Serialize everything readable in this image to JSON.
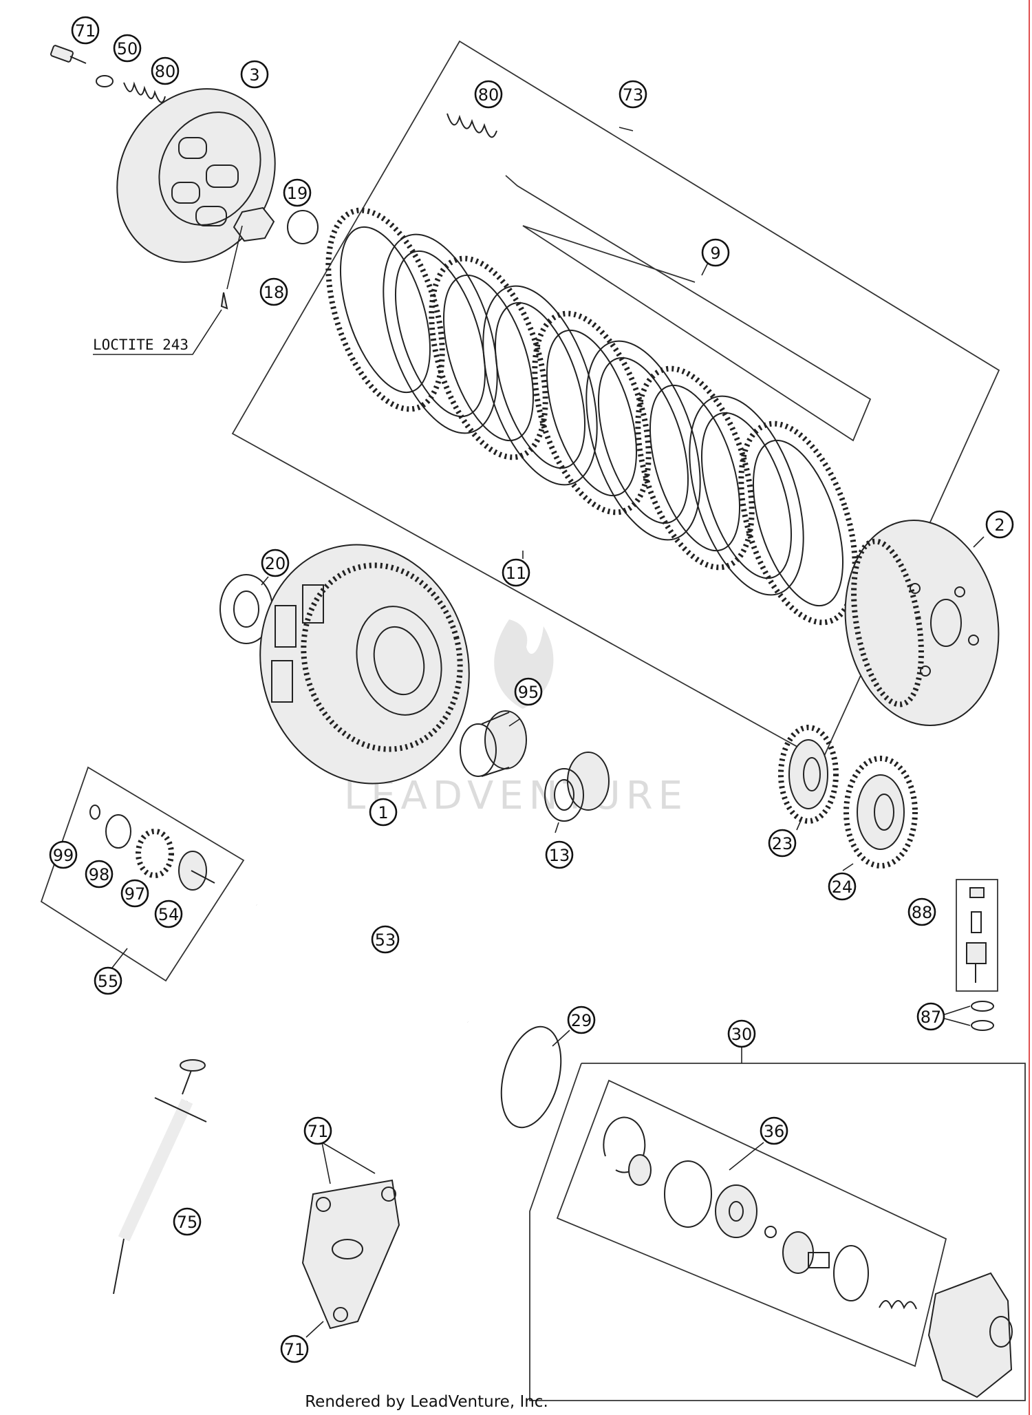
{
  "diagram": {
    "note": "LOCTITE 243",
    "footer": "Rendered by LeadVenture, Inc.",
    "watermark": "LEADVENTURE",
    "callouts": {
      "c71_top": "71",
      "c50": "50",
      "c80_top": "80",
      "c3": "3",
      "c80_box": "80",
      "c73": "73",
      "c19": "19",
      "c18": "18",
      "c9": "9",
      "c2": "2",
      "c20": "20",
      "c11": "11",
      "c95": "95",
      "c1": "1",
      "c13": "13",
      "c23": "23",
      "c24": "24",
      "c99": "99",
      "c98": "98",
      "c97": "97",
      "c54": "54",
      "c55": "55",
      "c53": "53",
      "c88": "88",
      "c87": "87",
      "c29": "29",
      "c30": "30",
      "c71_mid": "71",
      "c36": "36",
      "c75": "75",
      "c71_bot": "71"
    }
  }
}
